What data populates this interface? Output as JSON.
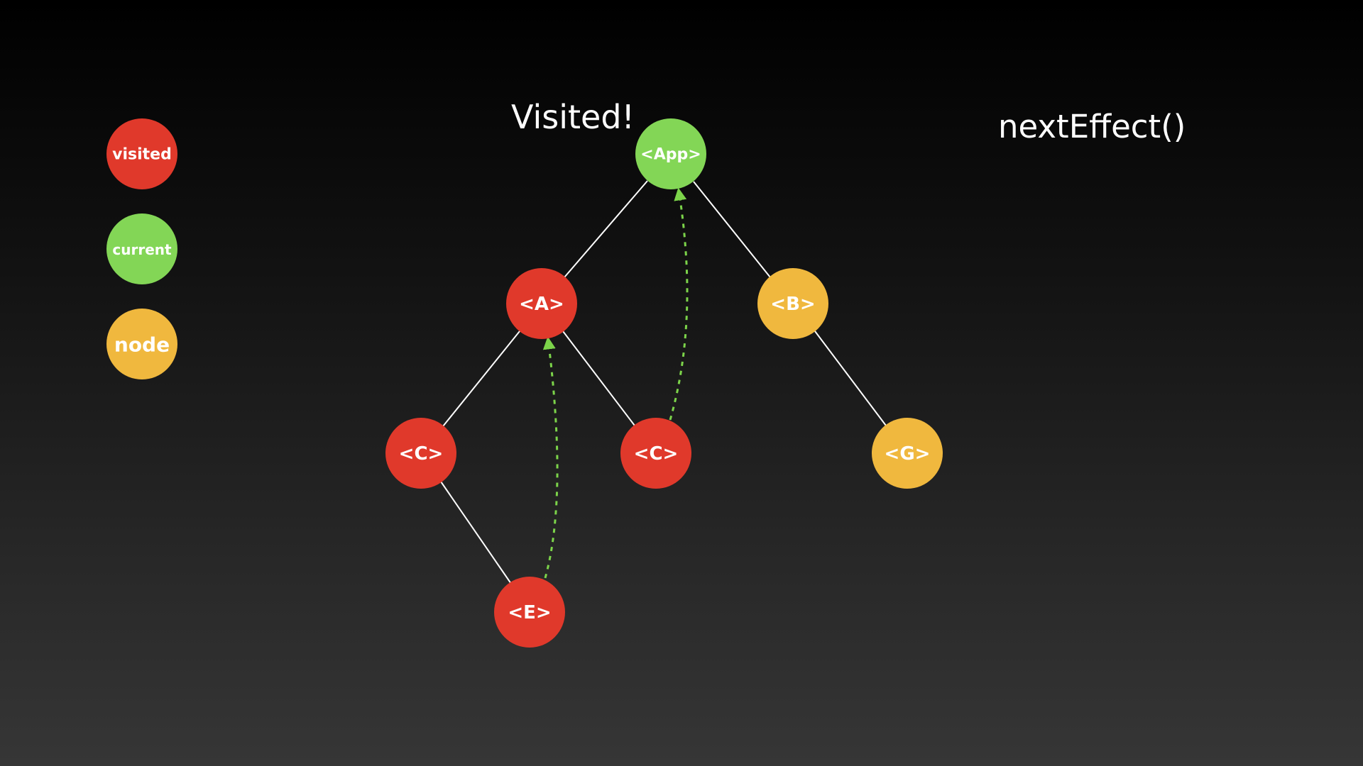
{
  "texts": {
    "status": "Visited!",
    "function": "nextEffect()"
  },
  "colors": {
    "visited": "#E0392B",
    "current": "#83D656",
    "node": "#F0B83E",
    "edge": "#FFFFFF",
    "pointer": "#7CD44A"
  },
  "legend": [
    {
      "key": "visited",
      "label": "visited"
    },
    {
      "key": "current",
      "label": "current"
    },
    {
      "key": "node",
      "label": "node"
    }
  ],
  "tree": {
    "nodes": [
      {
        "id": "app",
        "label": "<App>",
        "state": "current"
      },
      {
        "id": "a",
        "label": "<A>",
        "state": "visited"
      },
      {
        "id": "b",
        "label": "<B>",
        "state": "node"
      },
      {
        "id": "c1",
        "label": "<C>",
        "state": "visited"
      },
      {
        "id": "c2",
        "label": "<C>",
        "state": "visited"
      },
      {
        "id": "g",
        "label": "<G>",
        "state": "node"
      },
      {
        "id": "e",
        "label": "<E>",
        "state": "visited"
      }
    ],
    "edges": [
      {
        "from": "app",
        "to": "a"
      },
      {
        "from": "app",
        "to": "b"
      },
      {
        "from": "a",
        "to": "c1"
      },
      {
        "from": "a",
        "to": "c2"
      },
      {
        "from": "b",
        "to": "g"
      },
      {
        "from": "c1",
        "to": "e"
      }
    ],
    "return_pointers": [
      {
        "from": "e",
        "to": "a"
      },
      {
        "from": "c2",
        "to": "app"
      }
    ]
  }
}
